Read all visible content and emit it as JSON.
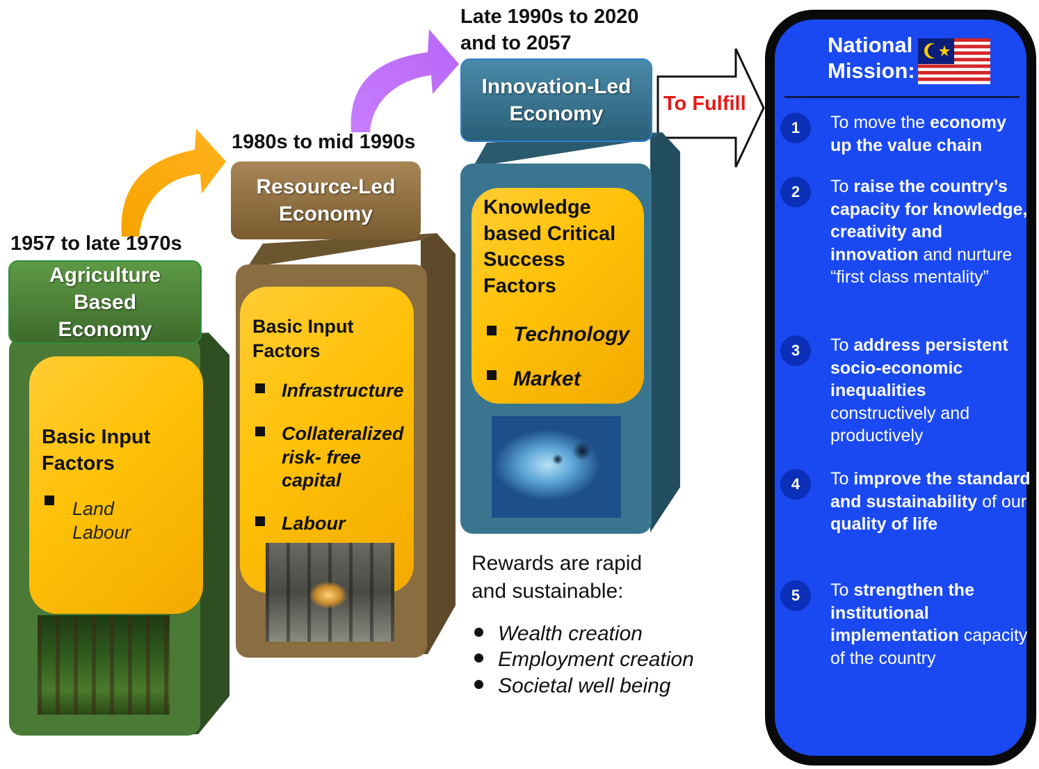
{
  "stages": [
    {
      "period": "1957 to late 1970s",
      "title_lines": [
        "Agriculture",
        "Based",
        "Economy"
      ],
      "panel_title_lines": [
        "Basic Input",
        "Factors"
      ],
      "factors": [
        "Land",
        "Labour"
      ],
      "photo": "forest-photo"
    },
    {
      "period": "1980s to mid 1990s",
      "title_lines": [
        "Resource-Led",
        "Economy"
      ],
      "panel_title_lines": [
        "Basic Input",
        "Factors"
      ],
      "factors": [
        "Infrastructure",
        "Collateralized risk- free capital",
        "Labour"
      ],
      "photo": "factory-photo"
    },
    {
      "period_lines": [
        "Late 1990s to 2020",
        "and to 2057"
      ],
      "title_lines": [
        "Innovation-Led",
        "Economy"
      ],
      "panel_title_lines": [
        "Knowledge",
        "based Critical",
        "Success",
        "Factors"
      ],
      "factors": [
        "Technology",
        "Market"
      ],
      "photo": "microscope-photo"
    }
  ],
  "fulfill_label": "To Fulfill",
  "rewards": {
    "intro_lines": [
      "Rewards are rapid",
      "and sustainable:"
    ],
    "items": [
      "Wealth creation",
      "Employment creation",
      "Societal well being"
    ]
  },
  "mission": {
    "title_lines": [
      "National",
      "Mission:"
    ],
    "flag": "malaysia-flag-icon",
    "items": [
      {
        "num": "1",
        "text": "To move the economy up the value chain"
      },
      {
        "num": "2",
        "text": "To raise the country’s capacity for knowledge, creativity and innovation and nurture “first class mentality”"
      },
      {
        "num": "3",
        "text": "To address persistent socio-economic inequalities constructively and productively"
      },
      {
        "num": "4",
        "text": "To improve the standard and sustainability of our quality of life"
      },
      {
        "num": "5",
        "text": "To strengthen the institutional implementation capacity of the country"
      }
    ]
  },
  "colors": {
    "agri": "#3f6b2e",
    "resource": "#8a6a3a",
    "innovation": "#2e6b84",
    "panel": "#ffc107",
    "mission": "#1a49f2",
    "fulfill_text": "#e81818"
  }
}
